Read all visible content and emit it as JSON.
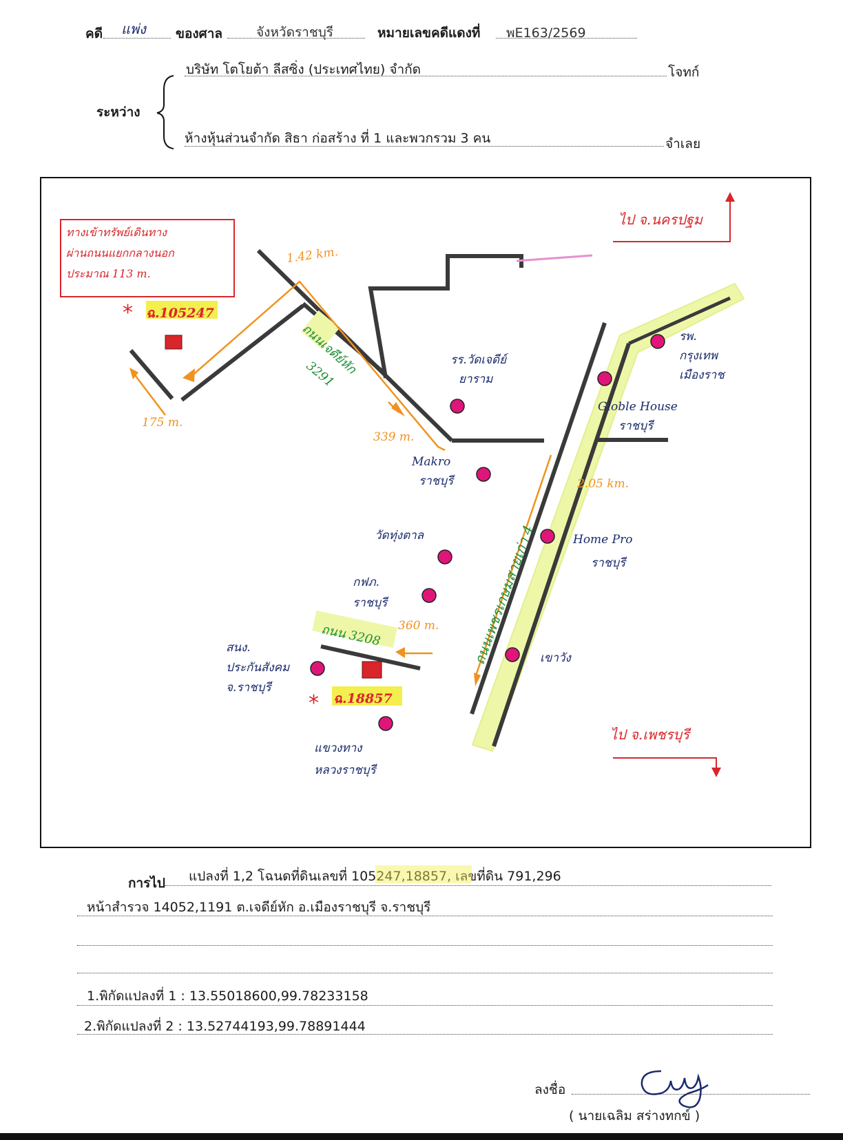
{
  "header": {
    "case_label": "คดี",
    "case_type": "แพ่ง",
    "court_label": "ของศาล",
    "court_name": "จังหวัดราชบุรี",
    "case_no_label": "หมายเลขคดีแดงที่",
    "case_no": "พE163/2569"
  },
  "parties": {
    "between_label": "ระหว่าง",
    "plaintiff": "บริษัท โตโยต้า ลีสซิ่ง (ประเทศไทย) จำกัด",
    "plaintiff_role": "โจทก์",
    "defendant": "ห้างหุ้นส่วนจำกัด สิธา ก่อสร้าง ที่ 1 และพวกรวม 3 คน",
    "defendant_role": "จำเลย"
  },
  "map": {
    "note_box": [
      "ทางเข้าทรัพย์เดินทาง",
      "ผ่านถนนแยกกลางนอก",
      "ประมาณ 113 m."
    ],
    "to_north": "ไป จ.นครปฐม",
    "to_south": "ไป จ.เพชรบุรี",
    "dist_142": "1.42 km.",
    "dist_175": "175 m.",
    "dist_339": "339 m.",
    "dist_205": "2.05 km.",
    "dist_360": "360 m.",
    "road_3291_a": "ถนนเจดีย์หัก",
    "road_3291_b": "3291",
    "road_main": "ถนนเพชรเกษมสายเก่า 4",
    "road_3208": "ถนน 3208",
    "parcel_1": "ฉ.105247",
    "parcel_2": "ฉ.18857",
    "lm_wat_chedi": [
      "รร.วัดเจดีย์",
      "ยาราม"
    ],
    "lm_hospital": [
      "รพ.",
      "กรุงเทพ",
      "เมืองราช"
    ],
    "lm_globle": [
      "Globle House",
      "ราชบุรี"
    ],
    "lm_makro": [
      "Makro",
      "ราชบุรี"
    ],
    "lm_homepro": [
      "Home Pro",
      "ราชบุรี"
    ],
    "lm_wat_thung": "วัดทุ่งตาล",
    "lm_pea": [
      "กฟภ.",
      "ราชบุรี"
    ],
    "lm_khao_wang": "เขาวัง",
    "lm_insurance": [
      "สนง.",
      "ประกันสังคม",
      "จ.ราชบุรี"
    ],
    "lm_highway": [
      "แขวงทาง",
      "หลวงราชบุรี"
    ]
  },
  "footer": {
    "route_label": "การไป",
    "line1": "แปลงที่ 1,2 โฉนดที่ดินเลขที่ 105247,18857, เลขที่ดิน 791,296",
    "line2": "หน้าสำรวจ 14052,1191         ต.เจดีย์หัก อ.เมืองราชบุรี จ.ราชบุรี",
    "coord1": "1.พิกัดแปลงที่ 1 : 13.55018600,99.78233158",
    "coord2": "2.พิกัดแปลงที่ 2 : 13.52744193,99.78891444",
    "sign_label": "ลงชื่อ",
    "signer": "(       นายเฉลิม  สร่างทกข์       )"
  },
  "colors": {
    "ink_blue": "#1a2a6c",
    "red": "#d8262a",
    "orange": "#f0921f",
    "green": "#1f8f3a",
    "magenta": "#e0157a",
    "highlight": "#eef7a8",
    "road": "#3a3a3a"
  }
}
